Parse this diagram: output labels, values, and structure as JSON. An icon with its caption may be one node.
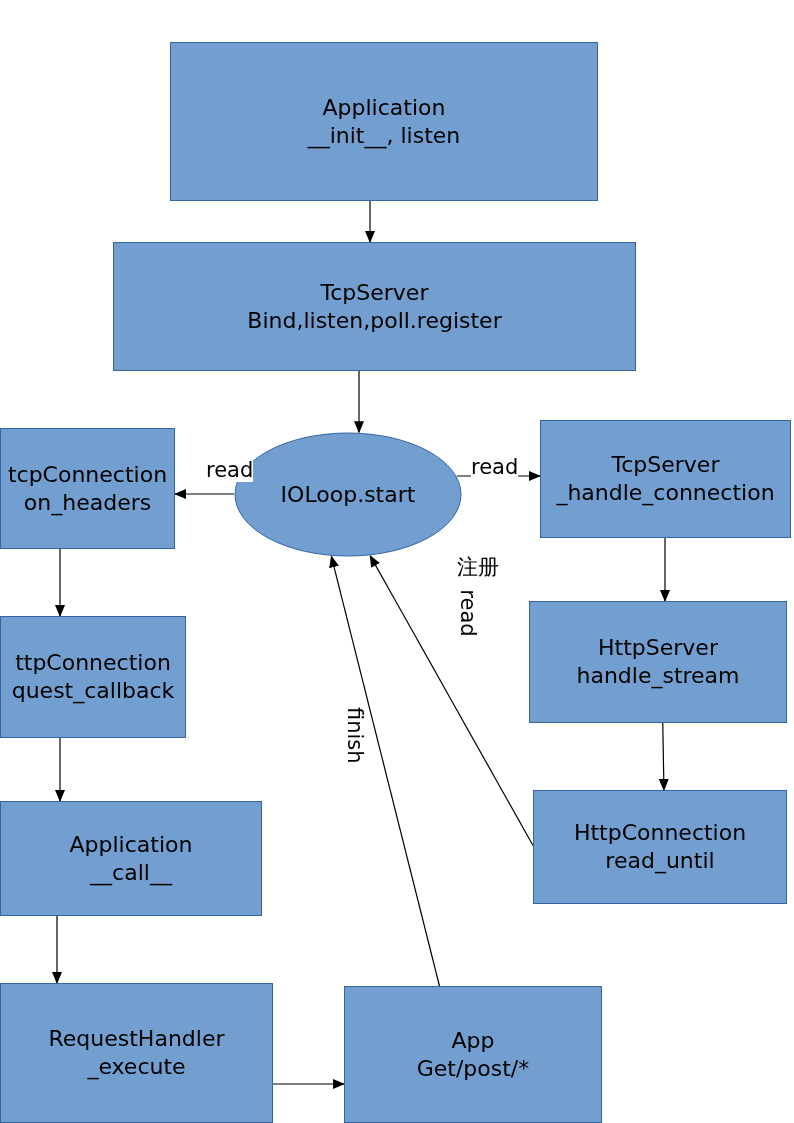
{
  "diagram": {
    "nodes": [
      {
        "text": [
          "Application",
          "__init__, listen"
        ]
      },
      {
        "text": [
          "TcpServer",
          "Bind,listen,poll.register"
        ]
      },
      {
        "text": [
          "IOLoop.start"
        ]
      },
      {
        "text": [
          "tcpConnection",
          "on_headers"
        ]
      },
      {
        "text": [
          "TcpServer",
          "_handle_connection"
        ]
      },
      {
        "text": [
          "ttpConnection",
          "quest_callback"
        ]
      },
      {
        "text": [
          "HttpServer",
          "handle_stream"
        ]
      },
      {
        "text": [
          "Application",
          "__call__"
        ]
      },
      {
        "text": [
          "HttpConnection",
          "read_until"
        ]
      },
      {
        "text": [
          "RequestHandler",
          "_execute"
        ]
      },
      {
        "text": [
          "App",
          "Get/post/*"
        ]
      }
    ],
    "edges": [
      {
        "from": 0,
        "to": 1,
        "arrow": "to"
      },
      {
        "from": 1,
        "to": 2,
        "arrow": "to"
      },
      {
        "from": 2,
        "to": 3,
        "arrow": "to",
        "label": "read"
      },
      {
        "from": 2,
        "to": 4,
        "arrow": "to",
        "label": "read"
      },
      {
        "from": 4,
        "to": 6,
        "arrow": "to"
      },
      {
        "from": 6,
        "to": 8,
        "arrow": "to"
      },
      {
        "from": 8,
        "to": 2,
        "arrow": "to",
        "label": "注册read"
      },
      {
        "from": 10,
        "to": 2,
        "arrow": "to",
        "label": "finish"
      },
      {
        "from": 3,
        "to": 5,
        "arrow": "to"
      },
      {
        "from": 5,
        "to": 7,
        "arrow": "to"
      },
      {
        "from": 7,
        "to": 9,
        "arrow": "to"
      },
      {
        "from": 9,
        "to": 10,
        "arrow": "to"
      }
    ]
  }
}
